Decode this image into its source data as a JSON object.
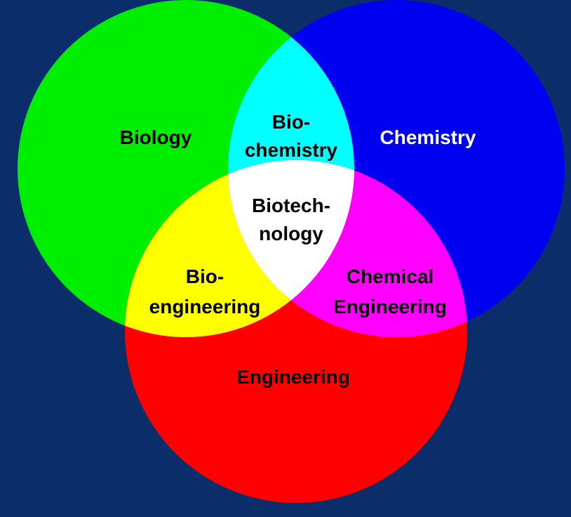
{
  "diagram": {
    "colors": {
      "background": "#0b2e6b",
      "biology": "#00ee00",
      "chemistry": "#0000f0",
      "engineering": "#ff0000",
      "biology_chemistry": "#00ffff",
      "biology_engineering": "#ffff00",
      "chemistry_engineering": "#ff00ff",
      "all_three": "#ffffff"
    },
    "labels": {
      "biology": "Biology",
      "chemistry": "Chemistry",
      "engineering": "Engineering",
      "biochemistry_line1": "Bio-",
      "biochemistry_line2": "chemistry",
      "biotechnology_line1": "Biotech-",
      "biotechnology_line2": "nology",
      "bioengineering_line1": "Bio-",
      "bioengineering_line2": "engineering",
      "chemical_engineering_line1": "Chemical",
      "chemical_engineering_line2": "Engineering"
    }
  }
}
